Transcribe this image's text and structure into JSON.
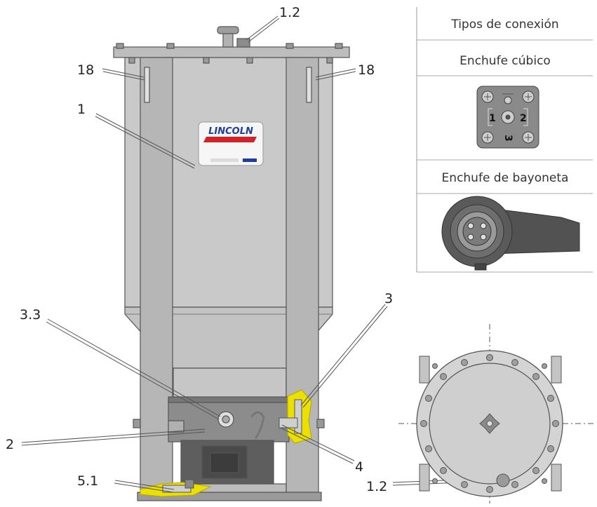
{
  "callouts": {
    "c1_2_top": "1.2",
    "c18_left": "18",
    "c18_right": "18",
    "c1": "1",
    "c3_3": "3.3",
    "c3": "3",
    "c2": "2",
    "c4": "4",
    "c5_1": "5.1",
    "c1_2_bottom": "1.2"
  },
  "logo": {
    "text": "LINCOLN",
    "color": "#1f3f9a",
    "stripe_color": "#d62027"
  },
  "connection_table": {
    "header": "Tipos de conexión",
    "rows": [
      {
        "label": "Enchufe cúbico",
        "pins": [
          "1",
          "2",
          "3"
        ]
      },
      {
        "label": "Enchufe de bayoneta"
      }
    ]
  },
  "colors": {
    "tank": "#c8c8c8",
    "tank_dark": "#a8a8a8",
    "frame": "#b4b4b4",
    "pump": "#5e5e5e",
    "highlight_yellow": "#ece000",
    "line": "#555555"
  }
}
